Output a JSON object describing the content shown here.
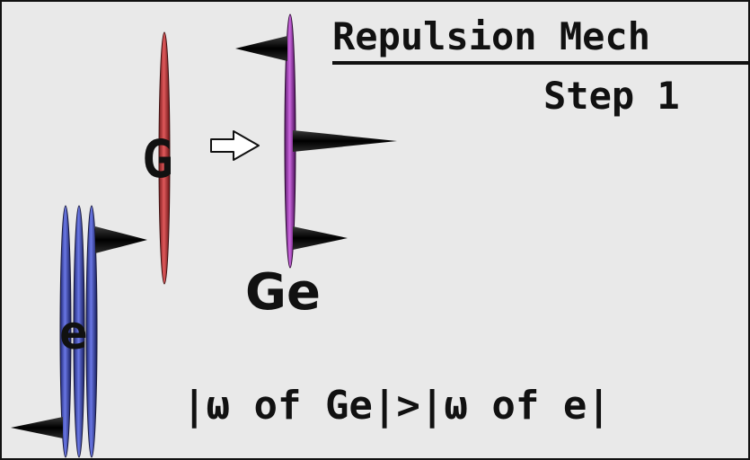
{
  "title": "Repulsion Mech",
  "step": "Step 1",
  "labels": {
    "g": "G",
    "ge": "Ge",
    "e": "e"
  },
  "formula": "|ω of Ge|>|ω of e|",
  "icons": {
    "arrow": "right-arrow-outline-icon"
  },
  "colors": {
    "background": "#e9e9e9",
    "g_disk": "#c0393b",
    "ge_disk": "#a63db8",
    "e_disks": "#3b47b8",
    "spikes": "#111111"
  }
}
